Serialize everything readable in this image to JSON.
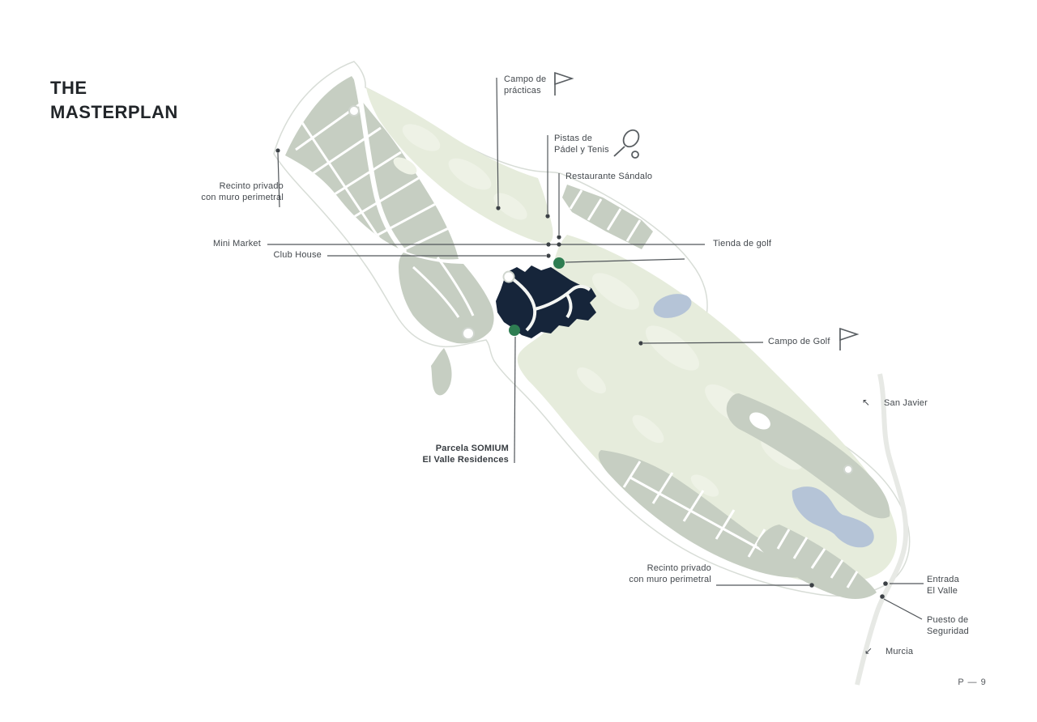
{
  "page": {
    "title": "THE\nMASTERPLAN",
    "page_number": "P — 9"
  },
  "labels": {
    "campo_practicas": "Campo de\nprácticas",
    "pistas_padel": "Pistas de\nPádel y Tenis",
    "restaurante_sandalo": "Restaurante Sándalo",
    "recinto_privado_nw": "Recinto privado\ncon muro perimetral",
    "mini_market": "Mini Market",
    "club_house": "Club House",
    "tienda_de_golf": "Tienda de golf",
    "campo_de_golf": "Campo de Golf",
    "san_javier": "San Javier",
    "parcela_somium": "Parcela SOMIUM\nEl Valle Residences",
    "recinto_privado_se": "Recinto privado\ncon muro perimetral",
    "entrada_el_valle": "Entrada\nEl Valle",
    "puesto_seguridad": "Puesto de\nSeguridad",
    "murcia": "Murcia"
  },
  "icons": {
    "golf_flag": "golf-flag",
    "tennis_racket": "tennis-racket-and-ball",
    "san_javier_arrow": "↖",
    "murcia_arrow": "↙"
  },
  "colors": {
    "parcel_navy": "#16253a",
    "marker_green": "#2e7d52",
    "pond_blue": "#b5c4d7",
    "residential_green_gray": "#c6cec2",
    "course_light_green": "#e6ecdc",
    "course_mottle": "#eef2e6",
    "map_outline": "#d8ddd7",
    "leader_line": "#51565a",
    "road_gray": "#e7e9e5"
  }
}
